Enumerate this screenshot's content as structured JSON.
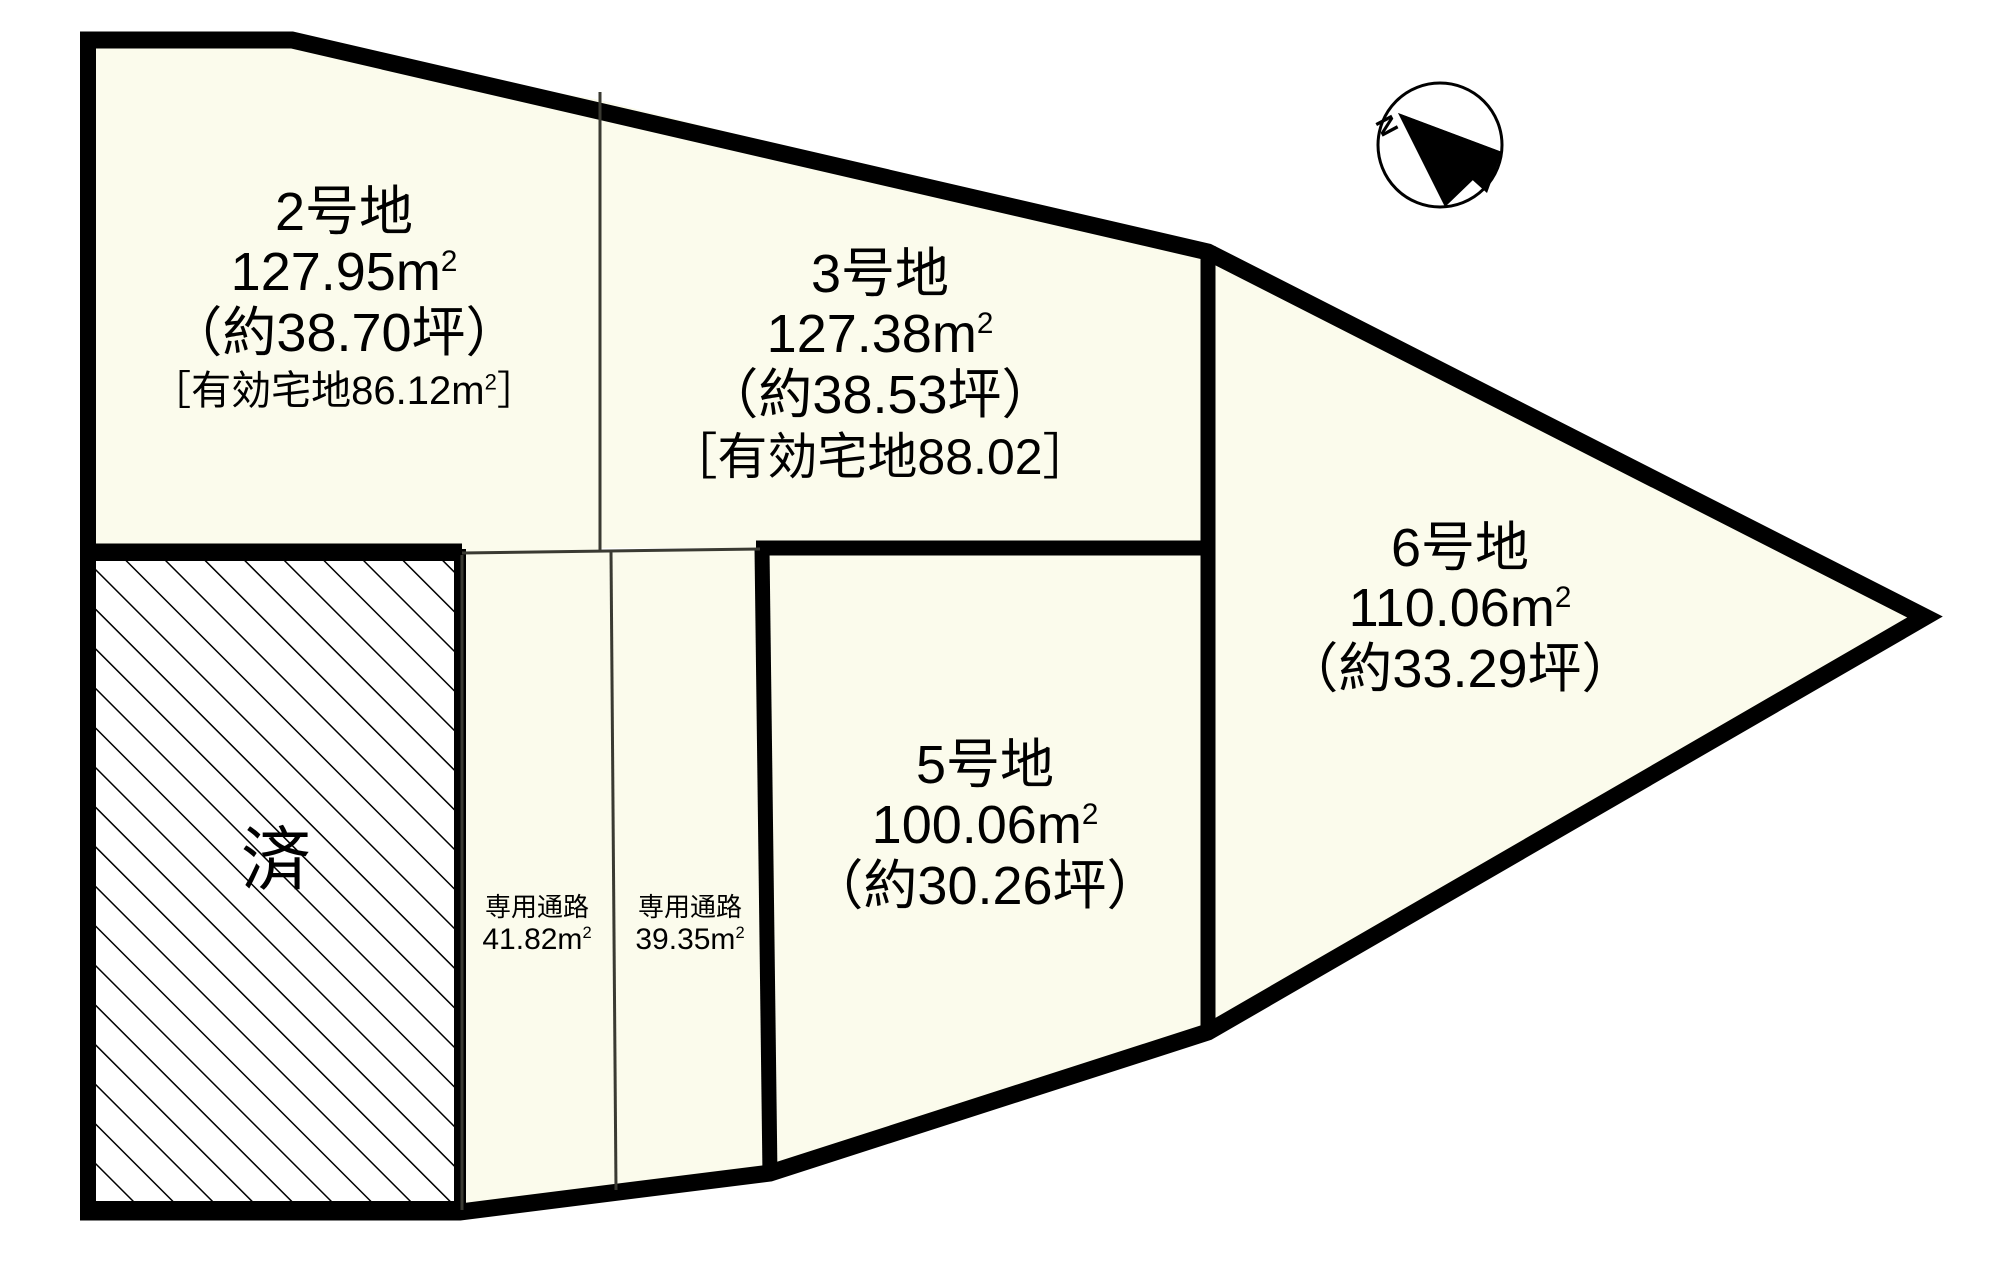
{
  "diagram": {
    "type": "property-subdivision-plat",
    "fill_color": "#FBFBEC",
    "line_color": "#000000",
    "background": "#FFFFFF"
  },
  "compass": {
    "label": "N",
    "name": "north-arrow"
  },
  "lots": [
    {
      "id": "lot-2",
      "title": "2号地",
      "area_sqm": "127.95m",
      "area_unit_sup": "2",
      "tsubo": "（約38.70坪）",
      "bracket": "［有効宅地86.12m",
      "bracket_sup": "2",
      "bracket_close": "］"
    },
    {
      "id": "lot-3",
      "title": "3号地",
      "area_sqm": "127.38m",
      "area_unit_sup": "2",
      "tsubo": "（約38.53坪）",
      "bracket": "［有効宅地88.02］",
      "bracket_sup": "",
      "bracket_close": ""
    },
    {
      "id": "lot-5",
      "title": "5号地",
      "area_sqm": "100.06m",
      "area_unit_sup": "2",
      "tsubo": "（約30.26坪）",
      "bracket": "",
      "bracket_sup": "",
      "bracket_close": ""
    },
    {
      "id": "lot-6",
      "title": "6号地",
      "area_sqm": "110.06m",
      "area_unit_sup": "2",
      "tsubo": "（約33.29坪）",
      "bracket": "",
      "bracket_sup": "",
      "bracket_close": ""
    }
  ],
  "private_paths": [
    {
      "id": "path-left",
      "label": "専用通路",
      "area": "41.82m",
      "area_sup": "2"
    },
    {
      "id": "path-right",
      "label": "専用通路",
      "area": "39.35m",
      "area_sup": "2"
    }
  ],
  "sold_parcel": {
    "mark": "済",
    "hatch": "diagonal"
  }
}
